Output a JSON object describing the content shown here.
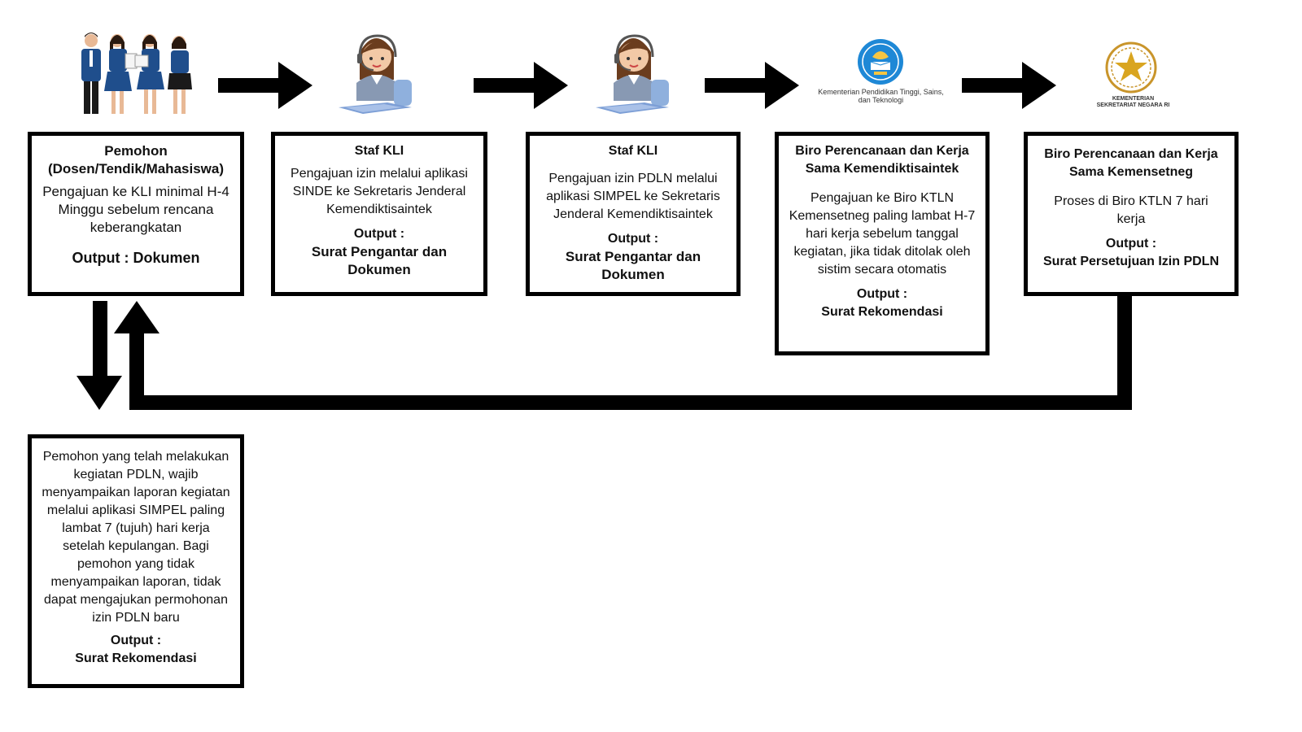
{
  "steps": [
    {
      "title": "Pemohon (Dosen/Tendik/Mahasiswa)",
      "desc": "Pengajuan ke KLI minimal H-4 Minggu sebelum rencana keberangkatan",
      "output": "Output : Dokumen"
    },
    {
      "title": "Staf KLI",
      "desc": "Pengajuan izin melalui aplikasi SINDE ke Sekretaris Jenderal Kemendiktisaintek",
      "output_label": "Output :",
      "output_value": "Surat Pengantar dan Dokumen"
    },
    {
      "title": "Staf KLI",
      "desc": "Pengajuan izin PDLN melalui aplikasi SIMPEL ke Sekretaris Jenderal Kemendiktisaintek",
      "output_label": "Output :",
      "output_value": "Surat Pengantar dan Dokumen"
    },
    {
      "title": "Biro Perencanaan dan Kerja Sama Kemendiktisaintek",
      "desc": "Pengajuan ke Biro KTLN Kemensetneg paling lambat H-7 hari kerja sebelum tanggal kegiatan, jika tidak ditolak oleh sistim secara otomatis",
      "output_label": "Output :",
      "output_value": "Surat Rekomendasi"
    },
    {
      "title": "Biro Perencanaan dan Kerja Sama Kemensetneg",
      "desc": "Proses di Biro KTLN 7 hari kerja",
      "output_label": "Output :",
      "output_value": "Surat Persetujuan Izin PDLN"
    }
  ],
  "report": {
    "desc": "Pemohon yang telah melakukan kegiatan PDLN, wajib menyampaikan laporan kegiatan melalui aplikasi SIMPEL paling lambat 7 (tujuh) hari kerja setelah kepulangan. Bagi pemohon yang tidak menyampaikan laporan, tidak dapat mengajukan permohonan izin PDLN baru",
    "output_label": "Output :",
    "output_value": "Surat Rekomendasi"
  },
  "logos": {
    "kemendiktisaintek": "Kementerian Pendidikan Tinggi, Sains, dan Teknologi",
    "kemensetneg": "KEMENTERIAN SEKRETARIAT NEGARA RI"
  },
  "icons": [
    "students-group-icon",
    "operator-headset-icon",
    "operator-headset-icon",
    "kemendiktisaintek-logo-icon",
    "kemensetneg-logo-icon"
  ]
}
